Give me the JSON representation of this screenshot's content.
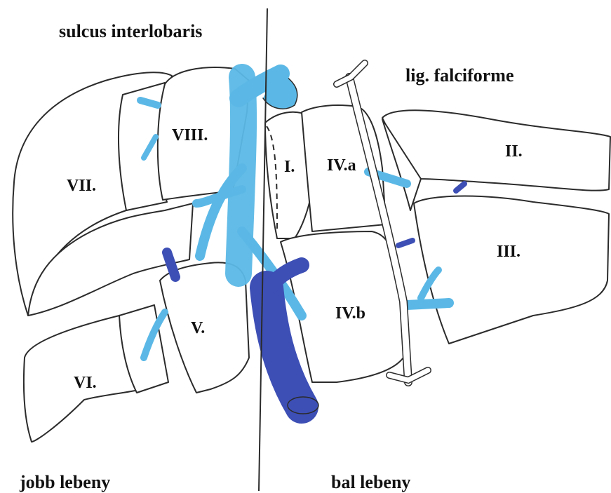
{
  "labels": {
    "sulcus": "sulcus interlobaris",
    "ligament": "lig. falciforme",
    "right_lobe": "jobb lebeny",
    "left_lobe": "bal lebeny"
  },
  "segments": {
    "s1": "I.",
    "s2": "II.",
    "s3": "III.",
    "s4a": "IV.a",
    "s4b": "IV.b",
    "s5": "V.",
    "s6": "VI.",
    "s7": "VII.",
    "s8": "VIII."
  },
  "colors": {
    "hepatic_vein_light_blue": "#5bb8e6",
    "portal_vein_dark_blue": "#3d4fb5",
    "ligament_white": "#ffffff",
    "outline": "#2b2b2b"
  }
}
